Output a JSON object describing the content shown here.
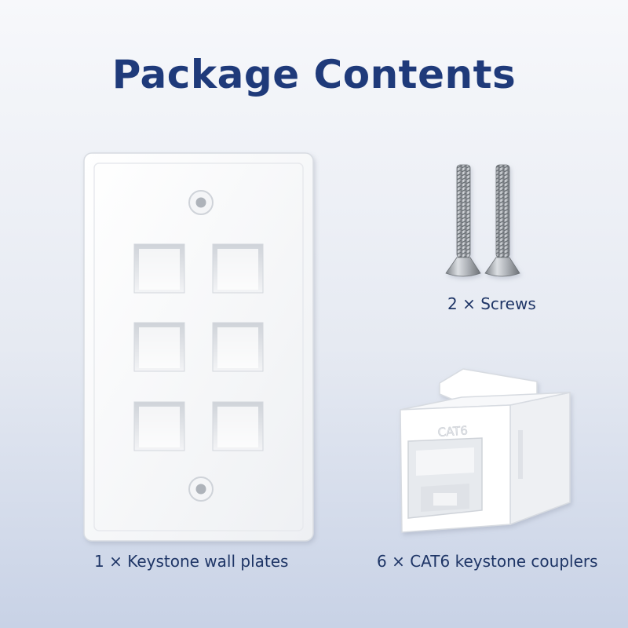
{
  "title": "Package Contents",
  "items": [
    {
      "label": "1 × Keystone wall plates",
      "icon": "keystone-wall-plate-icon"
    },
    {
      "label": "2 × Screws",
      "icon": "screw-icon"
    },
    {
      "label": "6 × CAT6 keystone couplers",
      "icon": "keystone-coupler-icon"
    }
  ],
  "coupler_marking": "CAT6",
  "colors": {
    "title": "#1f3a7a",
    "caption": "#1e3566",
    "background_top": "#f6f7fa",
    "background_bottom": "#c9d3e6",
    "plate": "#ffffff",
    "screw": "#a9adb3"
  }
}
